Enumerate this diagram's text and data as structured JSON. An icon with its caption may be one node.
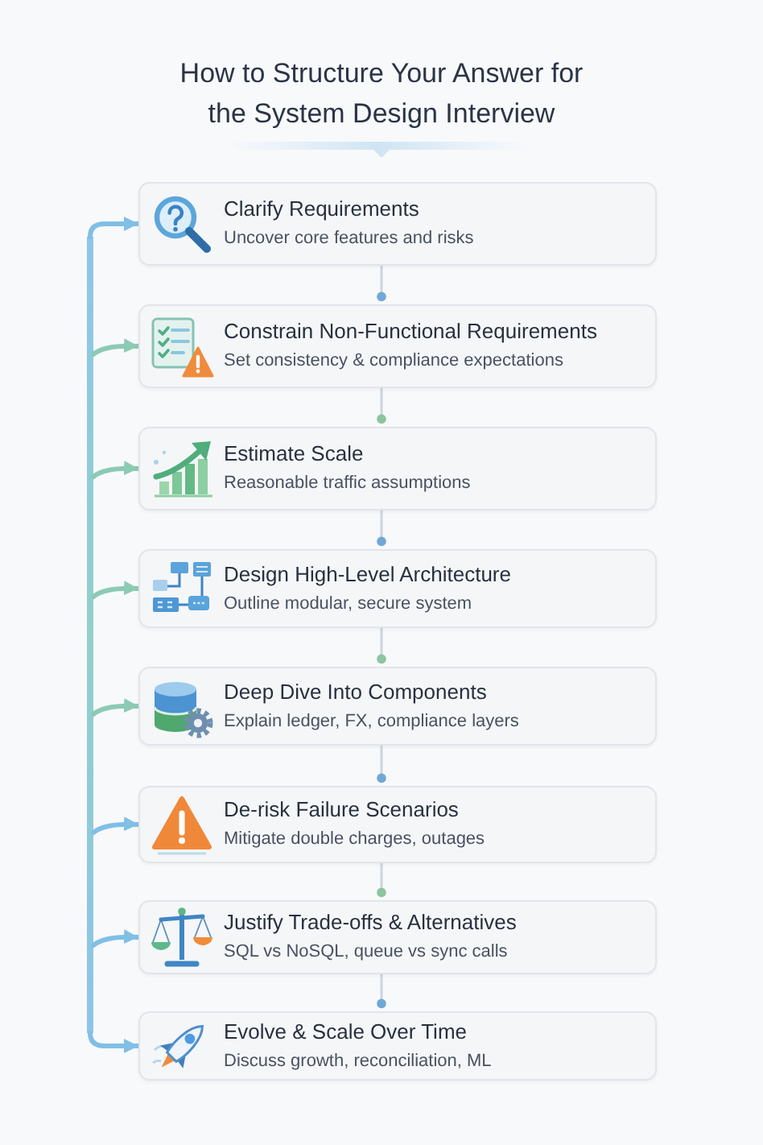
{
  "diagram": {
    "title": "How to Structure Your Answer for the System Design Interview",
    "nodes": [
      {
        "text": [
          "Clarify Requirements",
          "Uncover core features and risks"
        ]
      },
      {
        "text": [
          "Constrain Non-Functional Requirements",
          "Set consistency & compliance expectations"
        ]
      },
      {
        "text": [
          "Estimate Scale",
          "Reasonable traffic assumptions"
        ]
      },
      {
        "text": [
          "Design High-Level Architecture",
          "Outline modular, secure system"
        ]
      },
      {
        "text": [
          "Deep Dive Into Components",
          "Explain ledger, FX, compliance layers"
        ]
      },
      {
        "text": [
          "De-risk Failure Scenarios",
          "Mitigate double charges, outages"
        ]
      },
      {
        "text": [
          "Justify Trade-offs & Alternatives",
          "SQL vs NoSQL, queue vs sync calls"
        ]
      },
      {
        "text": [
          "Evolve & Scale Over Time",
          "Discuss growth, reconciliation, ML"
        ]
      }
    ],
    "edges": [
      {
        "from": 0,
        "to": 1,
        "arrow": "other"
      },
      {
        "from": 1,
        "to": 2,
        "arrow": "other"
      },
      {
        "from": 2,
        "to": 3,
        "arrow": "other"
      },
      {
        "from": 3,
        "to": 4,
        "arrow": "other"
      },
      {
        "from": 4,
        "to": 5,
        "arrow": "other"
      },
      {
        "from": 5,
        "to": 6,
        "arrow": "other"
      },
      {
        "from": 6,
        "to": 7,
        "arrow": "other"
      },
      {
        "from": null,
        "to": 0,
        "arrow": "to"
      },
      {
        "from": null,
        "to": 1,
        "arrow": "to",
        "color": "#8ccab4"
      },
      {
        "from": null,
        "to": 2,
        "arrow": "to",
        "color": "#8ccab4"
      },
      {
        "from": null,
        "to": 3,
        "arrow": "to",
        "color": "#8ccab4"
      },
      {
        "from": null,
        "to": 4,
        "arrow": "to",
        "color": "#8ccab4"
      },
      {
        "from": null,
        "to": 5,
        "arrow": "to"
      },
      {
        "from": null,
        "to": 6,
        "arrow": "to"
      },
      {
        "from": null,
        "to": 7,
        "arrow": "to"
      }
    ]
  }
}
